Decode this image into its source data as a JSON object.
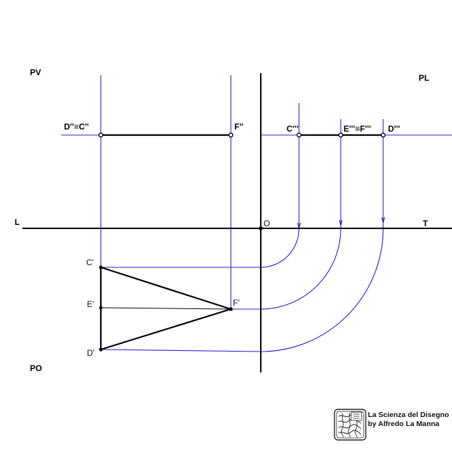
{
  "quadrants": {
    "pv": "PV",
    "pl": "PL",
    "po": "PO"
  },
  "axis": {
    "left_label": "L",
    "right_label": "T",
    "origin_label": "O"
  },
  "vertical_projection_labels": {
    "dc": "D''≡C''",
    "f": "F''"
  },
  "side_projection_labels": {
    "c": "C'''",
    "ef": "E'''≡F'''",
    "d": "D'''"
  },
  "plan_labels": {
    "c": "C'",
    "e": "E'",
    "d": "D'",
    "f": "F'"
  },
  "credit": {
    "line1": "La Scienza del Disegno",
    "line2": "by Alfredo La Manna",
    "logo": "lsd-logo"
  },
  "colors": {
    "construction": "#1f1fd0",
    "main": "#000000"
  }
}
